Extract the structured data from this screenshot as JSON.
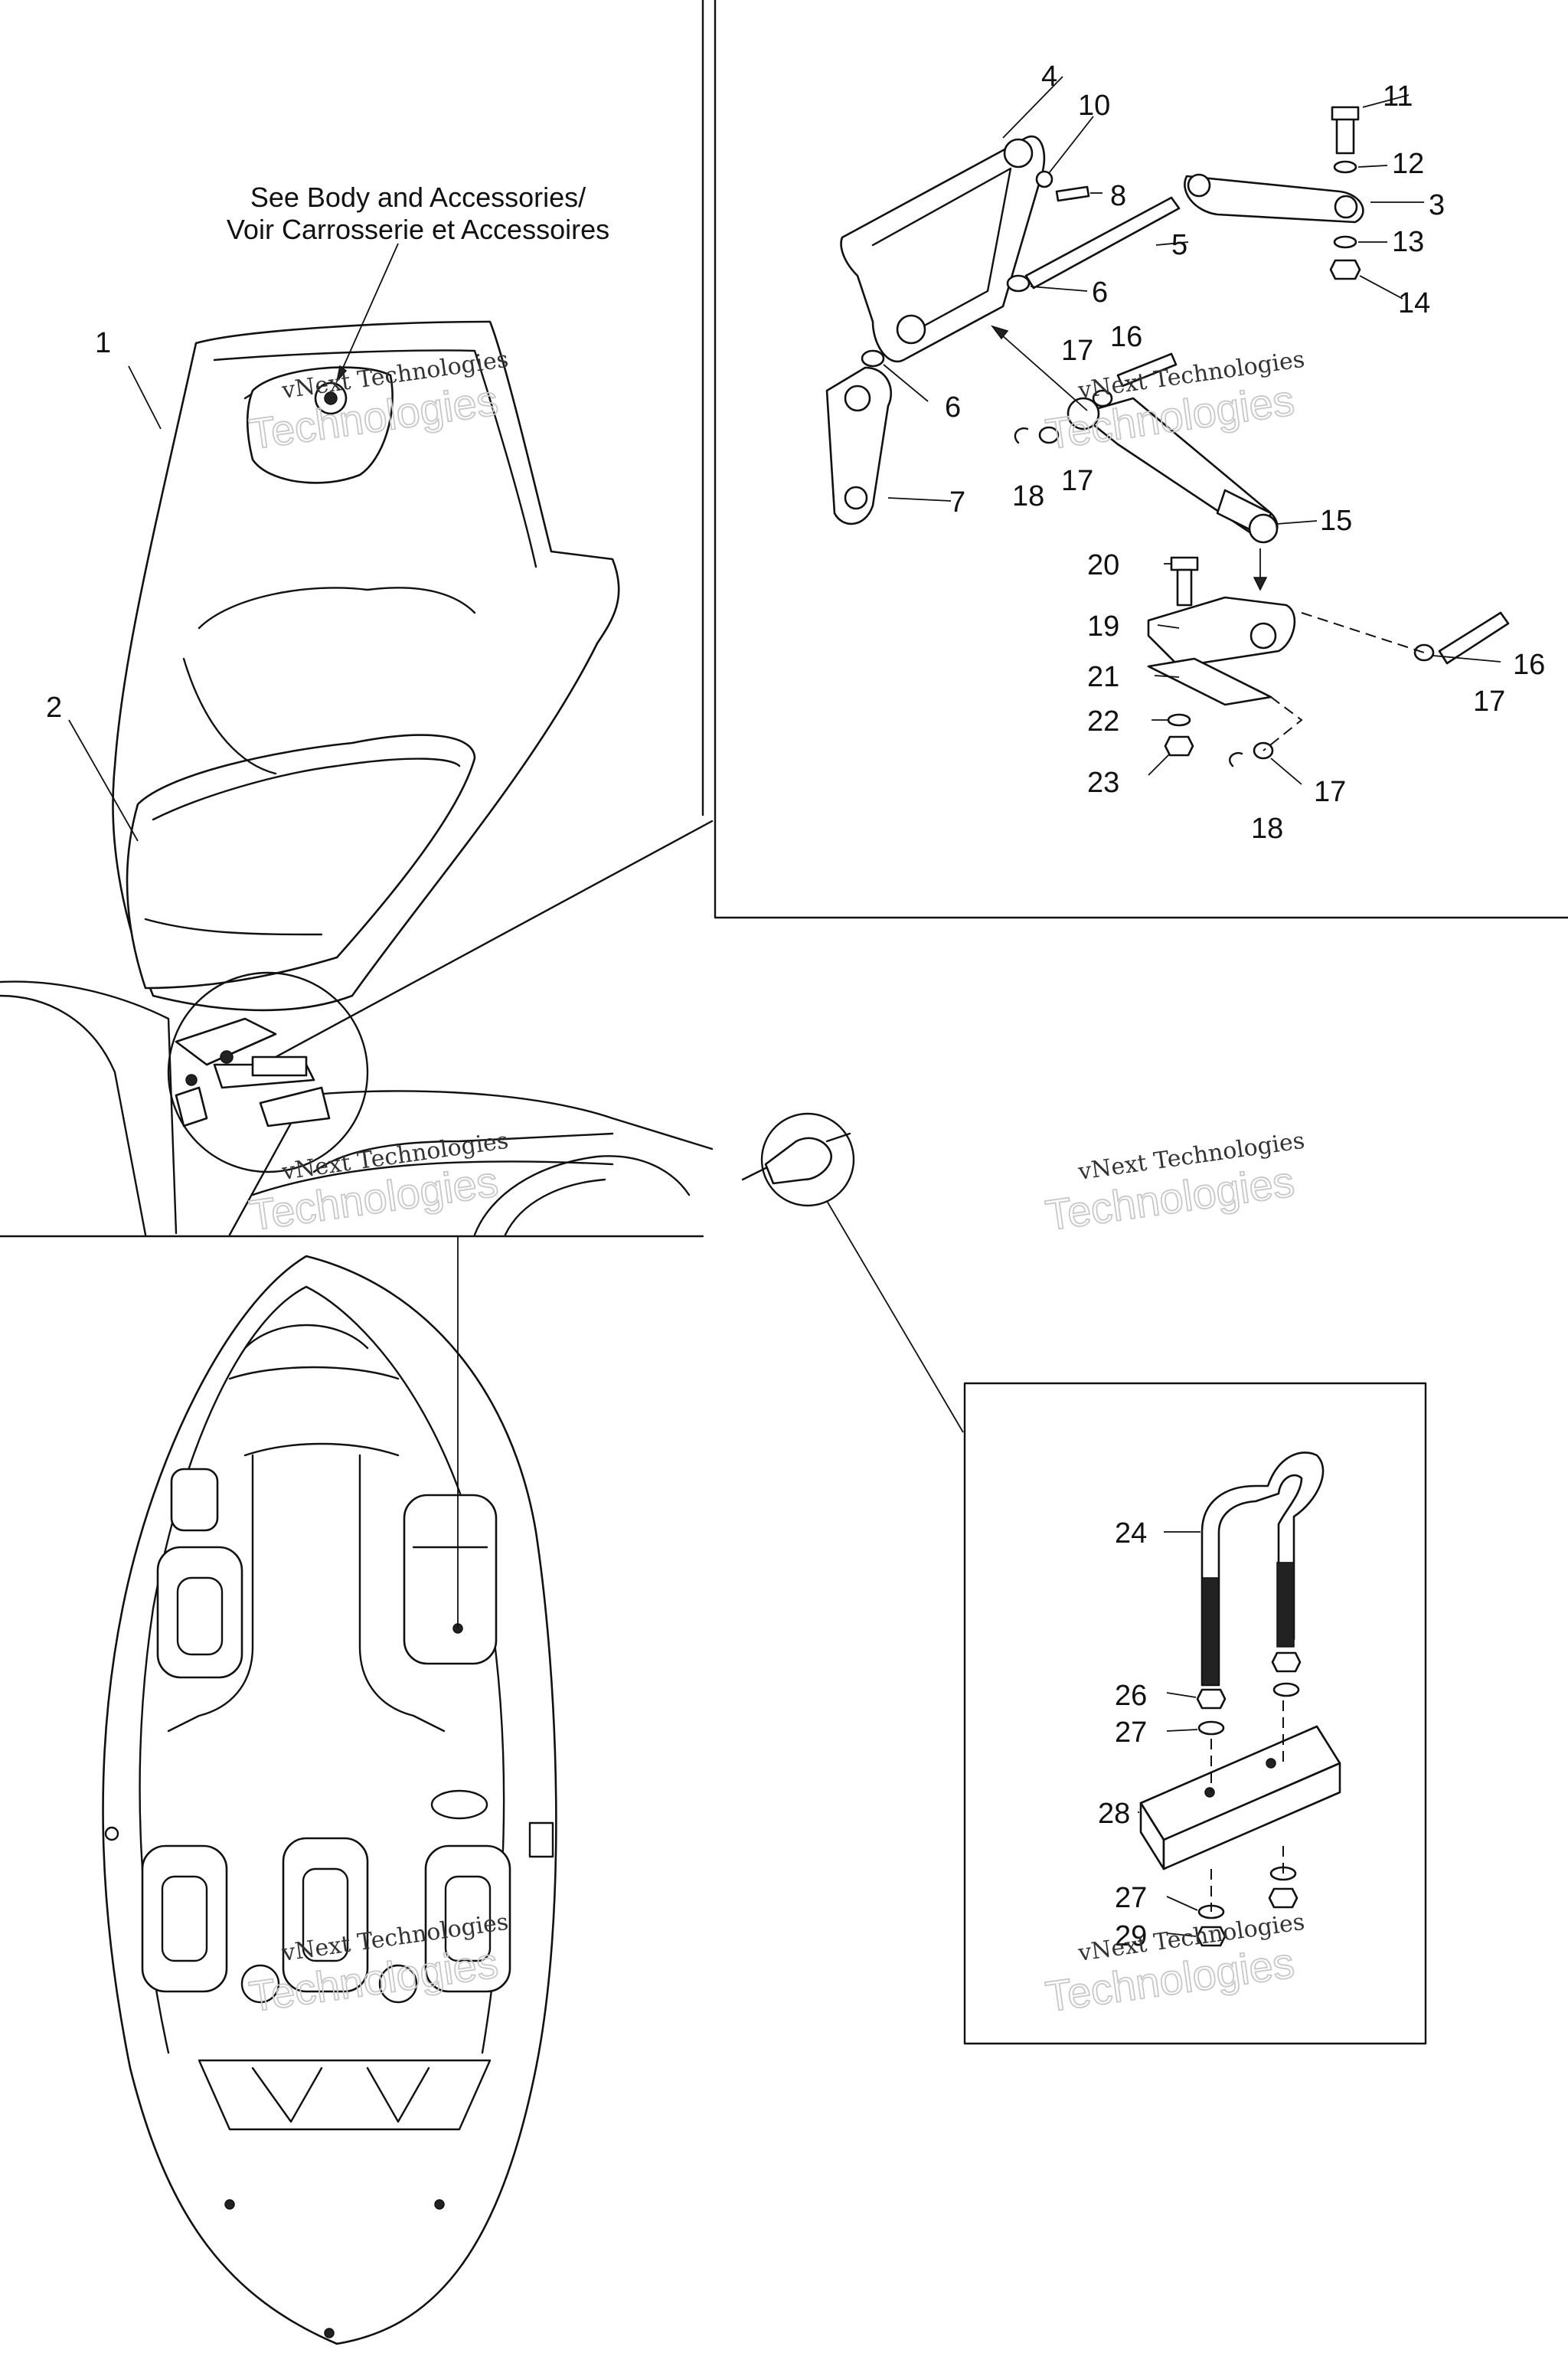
{
  "note": {
    "line1": "See Body and Accessories/",
    "line2": "Voir Carrosserie et Accessoires"
  },
  "callouts": {
    "c1": "1",
    "c2": "2",
    "c3": "3",
    "c4": "4",
    "c5": "5",
    "c6a": "6",
    "c6b": "6",
    "c7": "7",
    "c8": "8",
    "c10": "10",
    "c11": "11",
    "c12": "12",
    "c13": "13",
    "c14": "14",
    "c15": "15",
    "c16a": "16",
    "c16b": "16",
    "c17a": "17",
    "c17b": "17",
    "c17c": "17",
    "c17d": "17",
    "c18a": "18",
    "c18b": "18",
    "c19": "19",
    "c20": "20",
    "c21": "21",
    "c22": "22",
    "c23": "23",
    "c24": "24",
    "c26": "26",
    "c27a": "27",
    "c27b": "27",
    "c28": "28",
    "c29": "29"
  },
  "watermark": {
    "line1": "vNext Technologies",
    "line2": "Technologies",
    "line0": "vNext"
  }
}
